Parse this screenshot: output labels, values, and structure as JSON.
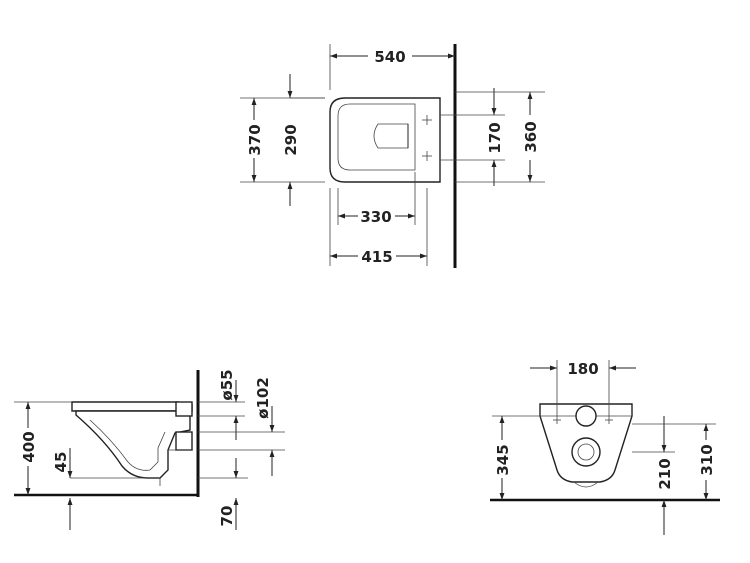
{
  "top_view": {
    "dim_540": "540",
    "dim_370": "370",
    "dim_290": "290",
    "dim_170": "170",
    "dim_360": "360",
    "dim_330": "330",
    "dim_415": "415"
  },
  "side_view": {
    "dim_400": "400",
    "dim_45": "45",
    "dim_55": "ø55",
    "dim_102": "ø102",
    "dim_70": "70"
  },
  "front_view": {
    "dim_180": "180",
    "dim_345": "345",
    "dim_210": "210",
    "dim_310": "310"
  }
}
